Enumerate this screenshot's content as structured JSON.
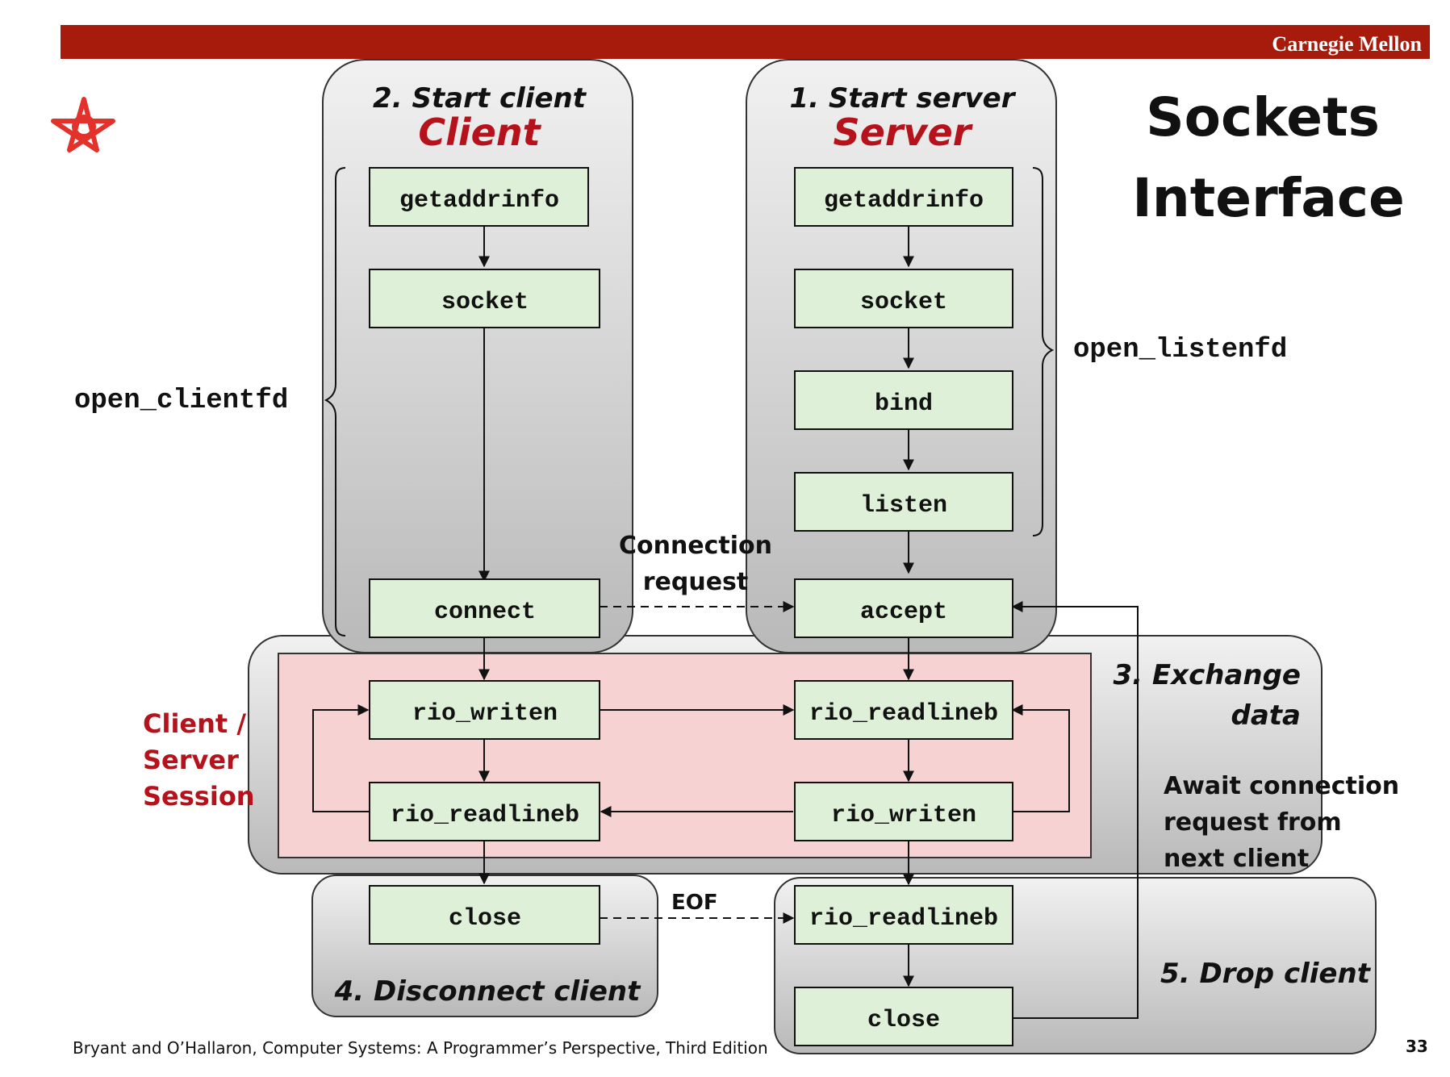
{
  "header": {
    "brand": "Carnegie Mellon",
    "brand_color": "#a61b0b"
  },
  "logo": {
    "icon": "cmu-star-logo-icon",
    "color": "#e3322b"
  },
  "title": {
    "line1": "Sockets",
    "line2": "Interface"
  },
  "client": {
    "step": "2. Start client",
    "role": "Client"
  },
  "server": {
    "step": "1. Start server",
    "role": "Server"
  },
  "labels": {
    "open_clientfd": "open_clientfd",
    "open_listenfd": "open_listenfd",
    "connection_request_line1": "Connection",
    "connection_request_line2": "request",
    "eof": "EOF",
    "session_line1": "Client /",
    "session_line2": "Server",
    "session_line3": "Session",
    "exchange_line1": "3. Exchange",
    "exchange_line2": "data",
    "await_line1": "Await connection",
    "await_line2": "request from",
    "await_line3": "next client",
    "disconnect": "4. Disconnect client",
    "drop": "5. Drop client"
  },
  "boxes": {
    "c_getaddrinfo": "getaddrinfo",
    "c_socket": "socket",
    "c_connect": "connect",
    "c_rio_writen": "rio_writen",
    "c_rio_readlineb": "rio_readlineb",
    "c_close": "close",
    "s_getaddrinfo": "getaddrinfo",
    "s_socket": "socket",
    "s_bind": "bind",
    "s_listen": "listen",
    "s_accept": "accept",
    "s_rio_readlineb": "rio_readlineb",
    "s_rio_writen": "rio_writen",
    "s_rio_readlineb2": "rio_readlineb",
    "s_close": "close"
  },
  "footer": {
    "citation": "Bryant and O’Hallaron, Computer Systems: A Programmer’s Perspective, Third Edition",
    "page": "33"
  },
  "colors": {
    "box_fill": "#dff0d8",
    "session_fill": "#f6d2d2",
    "accent_red": "#b5121b"
  }
}
